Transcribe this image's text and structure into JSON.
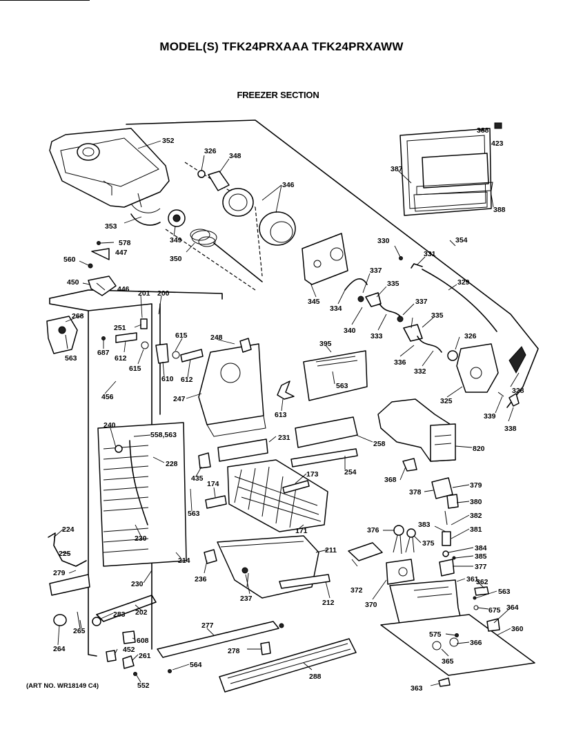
{
  "title": "MODEL(S) TFK24PRXAAA  TFK24PRXAWW",
  "section": "FREEZER SECTION",
  "art_no": "(ART NO. WR18149 C4)",
  "parts": [
    {
      "id": "p352",
      "num": "352"
    },
    {
      "id": "p326a",
      "num": "326"
    },
    {
      "id": "p348",
      "num": "348"
    },
    {
      "id": "p346",
      "num": "346"
    },
    {
      "id": "p388a",
      "num": "388"
    },
    {
      "id": "p423",
      "num": "423"
    },
    {
      "id": "p387",
      "num": "387"
    },
    {
      "id": "p388b",
      "num": "388"
    },
    {
      "id": "p353",
      "num": "353"
    },
    {
      "id": "p349",
      "num": "349"
    },
    {
      "id": "p578",
      "num": "578"
    },
    {
      "id": "p447",
      "num": "447"
    },
    {
      "id": "p560",
      "num": "560"
    },
    {
      "id": "p350",
      "num": "350"
    },
    {
      "id": "p330",
      "num": "330"
    },
    {
      "id": "p354",
      "num": "354"
    },
    {
      "id": "p331",
      "num": "331"
    },
    {
      "id": "p450",
      "num": "450"
    },
    {
      "id": "p446",
      "num": "446"
    },
    {
      "id": "p337a",
      "num": "337"
    },
    {
      "id": "p329",
      "num": "329"
    },
    {
      "id": "p335a",
      "num": "335"
    },
    {
      "id": "p201",
      "num": "201"
    },
    {
      "id": "p200",
      "num": "200"
    },
    {
      "id": "p345",
      "num": "345"
    },
    {
      "id": "p334",
      "num": "334"
    },
    {
      "id": "p337b",
      "num": "337"
    },
    {
      "id": "p268",
      "num": "268"
    },
    {
      "id": "p251",
      "num": "251"
    },
    {
      "id": "p340",
      "num": "340"
    },
    {
      "id": "p333",
      "num": "333"
    },
    {
      "id": "p335b",
      "num": "335"
    },
    {
      "id": "p615a",
      "num": "615"
    },
    {
      "id": "p248",
      "num": "248"
    },
    {
      "id": "p326b",
      "num": "326"
    },
    {
      "id": "p687",
      "num": "687"
    },
    {
      "id": "p612a",
      "num": "612"
    },
    {
      "id": "p563a",
      "num": "563"
    },
    {
      "id": "p395",
      "num": "395"
    },
    {
      "id": "p615b",
      "num": "615"
    },
    {
      "id": "p610",
      "num": "610"
    },
    {
      "id": "p612b",
      "num": "612"
    },
    {
      "id": "p336",
      "num": "336"
    },
    {
      "id": "p332",
      "num": "332"
    },
    {
      "id": "p563b",
      "num": "563"
    },
    {
      "id": "p456",
      "num": "456"
    },
    {
      "id": "p247",
      "num": "247"
    },
    {
      "id": "p328",
      "num": "328"
    },
    {
      "id": "p325",
      "num": "325"
    },
    {
      "id": "p613",
      "num": "613"
    },
    {
      "id": "p339",
      "num": "339"
    },
    {
      "id": "p338",
      "num": "338"
    },
    {
      "id": "p240",
      "num": "240"
    },
    {
      "id": "p558",
      "num": "558,563"
    },
    {
      "id": "p231",
      "num": "231"
    },
    {
      "id": "p258",
      "num": "258"
    },
    {
      "id": "p820",
      "num": "820"
    },
    {
      "id": "p228",
      "num": "228"
    },
    {
      "id": "p254",
      "num": "254"
    },
    {
      "id": "p173",
      "num": "173"
    },
    {
      "id": "p368",
      "num": "368"
    },
    {
      "id": "p435",
      "num": "435"
    },
    {
      "id": "p174",
      "num": "174"
    },
    {
      "id": "p379",
      "num": "379"
    },
    {
      "id": "p378",
      "num": "378"
    },
    {
      "id": "p380",
      "num": "380"
    },
    {
      "id": "p563c",
      "num": "563"
    },
    {
      "id": "p382",
      "num": "382"
    },
    {
      "id": "p224",
      "num": "224"
    },
    {
      "id": "p230a",
      "num": "230"
    },
    {
      "id": "p171",
      "num": "171"
    },
    {
      "id": "p376",
      "num": "376"
    },
    {
      "id": "p383",
      "num": "383"
    },
    {
      "id": "p381",
      "num": "381"
    },
    {
      "id": "p375",
      "num": "375"
    },
    {
      "id": "p225",
      "num": "225"
    },
    {
      "id": "p214",
      "num": "214"
    },
    {
      "id": "p211",
      "num": "211"
    },
    {
      "id": "p384",
      "num": "384"
    },
    {
      "id": "p385",
      "num": "385"
    },
    {
      "id": "p279",
      "num": "279"
    },
    {
      "id": "p236",
      "num": "236"
    },
    {
      "id": "p377",
      "num": "377"
    },
    {
      "id": "p230b",
      "num": "230"
    },
    {
      "id": "p372",
      "num": "372"
    },
    {
      "id": "p361",
      "num": "361"
    },
    {
      "id": "p362",
      "num": "362"
    },
    {
      "id": "p237",
      "num": "237"
    },
    {
      "id": "p563d",
      "num": "563"
    },
    {
      "id": "p202",
      "num": "202"
    },
    {
      "id": "p212",
      "num": "212"
    },
    {
      "id": "p370",
      "num": "370"
    },
    {
      "id": "p675",
      "num": "675"
    },
    {
      "id": "p364",
      "num": "364"
    },
    {
      "id": "p283",
      "num": "283"
    },
    {
      "id": "p277",
      "num": "277"
    },
    {
      "id": "p265",
      "num": "265"
    },
    {
      "id": "p360",
      "num": "360"
    },
    {
      "id": "p575",
      "num": "575"
    },
    {
      "id": "p608",
      "num": "608"
    },
    {
      "id": "p366",
      "num": "366"
    },
    {
      "id": "p264",
      "num": "264"
    },
    {
      "id": "p452",
      "num": "452"
    },
    {
      "id": "p261",
      "num": "261"
    },
    {
      "id": "p278",
      "num": "278"
    },
    {
      "id": "p365",
      "num": "365"
    },
    {
      "id": "p564",
      "num": "564"
    },
    {
      "id": "p288",
      "num": "288"
    },
    {
      "id": "p552",
      "num": "552"
    },
    {
      "id": "p363",
      "num": "363"
    }
  ]
}
